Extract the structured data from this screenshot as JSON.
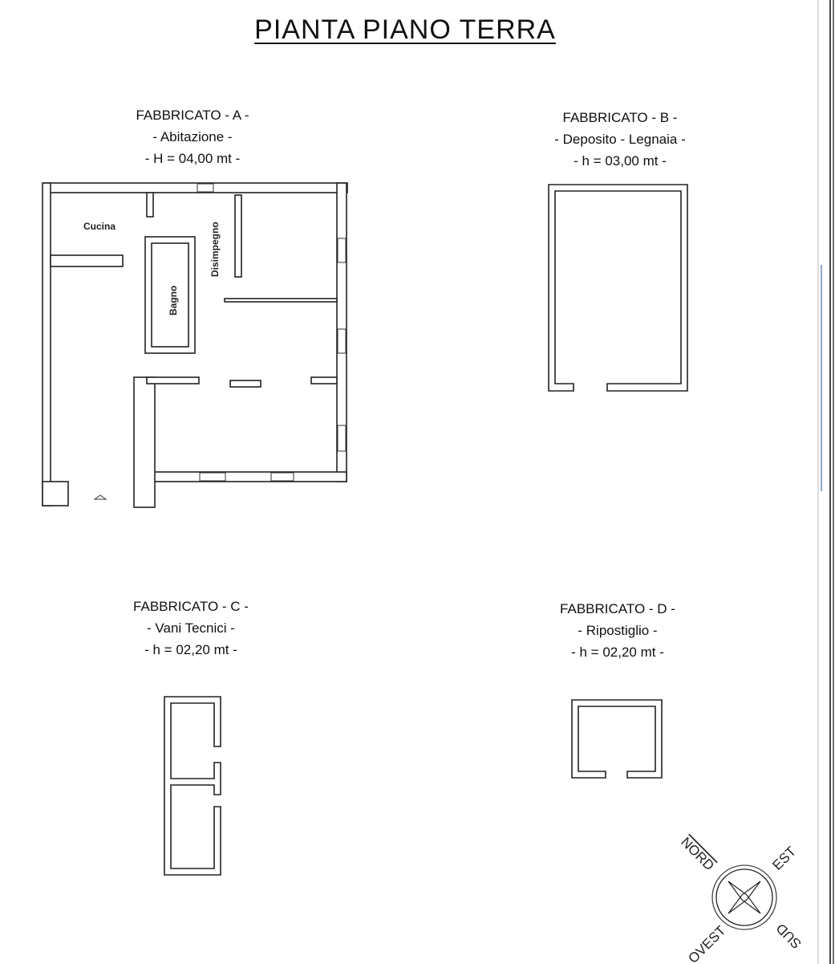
{
  "title": "PIANTA PIANO TERRA",
  "buildings": [
    {
      "name": "FABBRICATO - A -",
      "use": "- Abitazione -",
      "height": "- H = 04,00 mt -",
      "rooms": [
        "Cucina",
        "Disimpegno",
        "Bagno"
      ]
    },
    {
      "name": "FABBRICATO - B -",
      "use": "- Deposito - Legnaia -",
      "height": "- h = 03,00 mt -"
    },
    {
      "name": "FABBRICATO - C -",
      "use": "- Vani Tecnici -",
      "height": "- h = 02,20 mt -"
    },
    {
      "name": "FABBRICATO - D -",
      "use": "- Ripostiglio -",
      "height": "- h = 02,20 mt -"
    }
  ],
  "compass": {
    "north": "NORD",
    "east": "EST",
    "south": "SUD",
    "west": "OVEST"
  }
}
